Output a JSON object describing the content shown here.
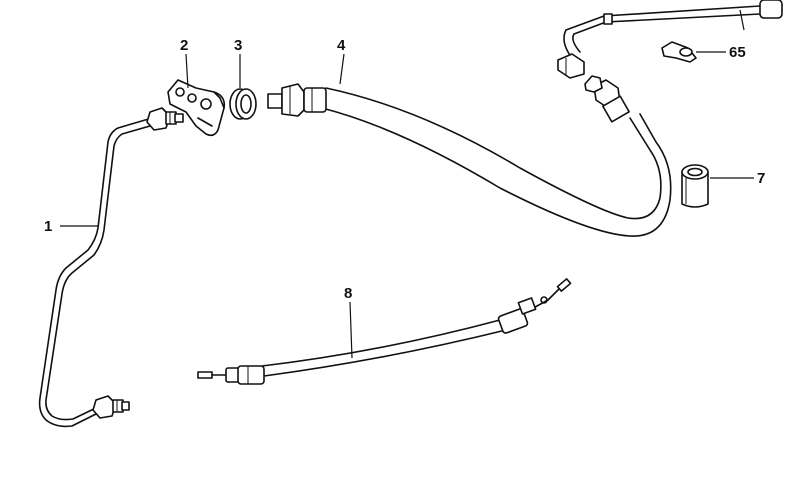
{
  "diagram": {
    "callouts": [
      {
        "id": "c1",
        "label": "1"
      },
      {
        "id": "c2",
        "label": "2"
      },
      {
        "id": "c3",
        "label": "3"
      },
      {
        "id": "c4",
        "label": "4"
      },
      {
        "id": "c65",
        "label": "65"
      },
      {
        "id": "c7",
        "label": "7"
      },
      {
        "id": "c8",
        "label": "8"
      }
    ]
  }
}
